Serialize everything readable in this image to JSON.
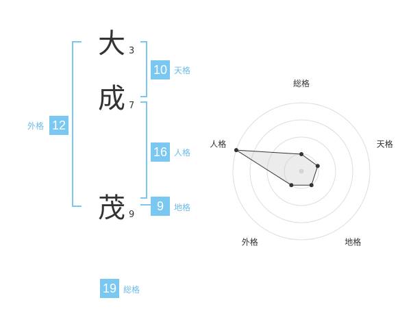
{
  "characters": [
    {
      "char": "大",
      "strokes": "3"
    },
    {
      "char": "成",
      "strokes": "7"
    },
    {
      "char": "茂",
      "strokes": "9"
    }
  ],
  "kaku": {
    "tenkaku": {
      "value": "10",
      "label": "天格"
    },
    "jinkaku": {
      "value": "16",
      "label": "人格"
    },
    "chikaku": {
      "value": "9",
      "label": "地格"
    },
    "gaikaku": {
      "value": "12",
      "label": "外格"
    },
    "soukaku": {
      "value": "19",
      "label": "総格"
    }
  },
  "colors": {
    "accent": "#7ac8f2",
    "text": "#333333"
  },
  "chart_data": {
    "type": "radar",
    "axes": [
      "総格",
      "天格",
      "地格",
      "外格",
      "人格"
    ],
    "values": [
      1,
      1,
      1,
      1,
      4
    ],
    "rmax": 4,
    "rings": 4
  }
}
